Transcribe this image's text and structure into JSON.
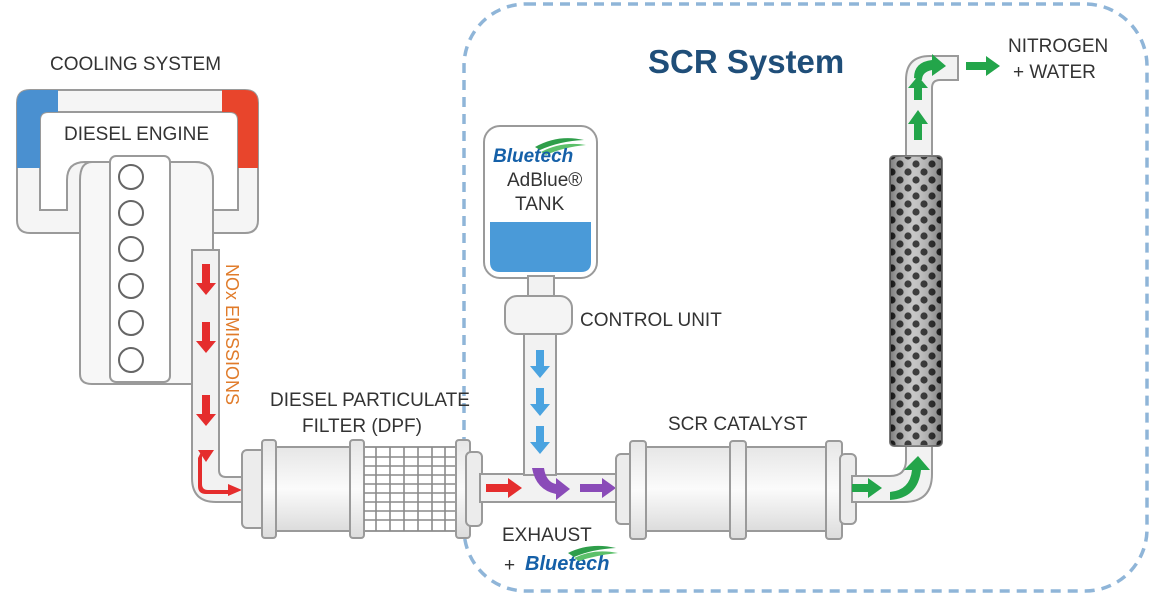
{
  "title": "SCR System",
  "labels": {
    "cooling_system": "COOLING SYSTEM",
    "diesel_engine": "DIESEL ENGINE",
    "nox_emissions": "NOx EMISSIONS",
    "dpf_line1": "DIESEL PARTICULATE",
    "dpf_line2": "FILTER (DPF)",
    "tank_brand": "Bluetech",
    "tank_product": "AdBlue®",
    "tank_label": "TANK",
    "control_unit": "CONTROL UNIT",
    "scr_catalyst": "SCR CATALYST",
    "exhaust": "EXHAUST",
    "exhaust_plus": "+",
    "exhaust_brand": "Bluetech",
    "output_line1": "NITROGEN",
    "output_line2": "+ WATER"
  },
  "colors": {
    "pipe_fill": "#f2f2f2",
    "pipe_stroke": "#9a9a9a",
    "coolant_cold": "#4a90d0",
    "coolant_hot": "#e8452c",
    "nox_arrow": "#e52d2d",
    "adblue_arrow": "#4aa3e0",
    "mix_arrow": "#8a4bb8",
    "clean_arrow": "#23a54a",
    "tank_fluid": "#4a9ad8",
    "boundary": "#8fb5d8"
  }
}
